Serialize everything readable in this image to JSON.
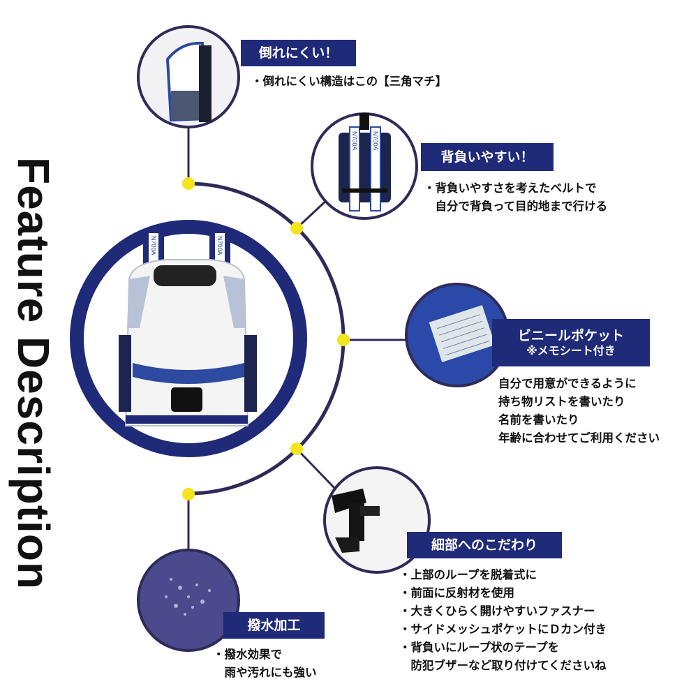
{
  "title": "Feature Description",
  "colors": {
    "navy": "#1f2a78",
    "line": "#2f2b58",
    "dot": "#f3e51e"
  },
  "features": [
    {
      "id": "stability",
      "label": "倒れにくい！",
      "lines": [
        "・倒れにくい構造はこの【三角マチ】"
      ]
    },
    {
      "id": "comfort",
      "label": "背負いやすい！",
      "lines": [
        "・背負いやすさを考えたベルトで",
        "　自分で背負って目的地まで行ける"
      ]
    },
    {
      "id": "pocket",
      "label": "ビニールポケット",
      "sublabel": "※メモシート付き",
      "lines": [
        "自分で用意ができるように",
        "持ち物リストを書いたり",
        "名前を書いたり",
        "年齢に合わせてご利用ください"
      ]
    },
    {
      "id": "details",
      "label": "細部へのこだわり",
      "lines": [
        "・上部のループを脱着式に",
        "・前面に反射材を使用",
        "・大きくひらく開けやすいファスナー",
        "・サイドメッシュポケットにＤカン付き",
        "・背負いにループ状のテープを",
        "　防犯ブザーなど取り付けてくださいね"
      ]
    },
    {
      "id": "waterproof",
      "label": "撥水加工",
      "lines": [
        "・撥水効果で",
        "　雨や汚れにも強い"
      ]
    }
  ],
  "strap_text": "N700A"
}
